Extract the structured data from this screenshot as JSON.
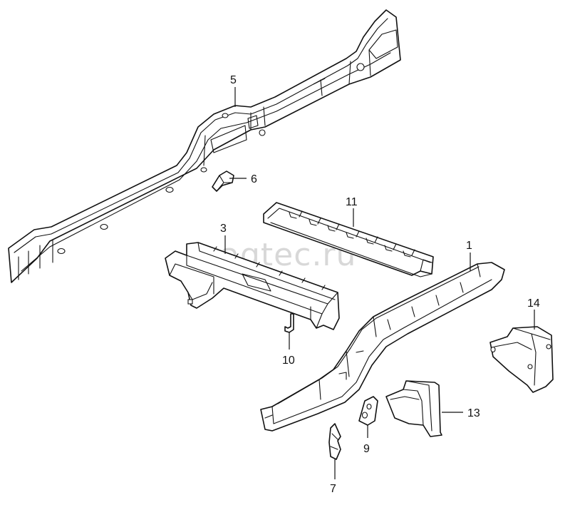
{
  "watermark": "vagtec.ru",
  "callouts": {
    "c1": "1",
    "c3": "3",
    "c5": "5",
    "c6": "6",
    "c7": "7",
    "c9": "9",
    "c10": "10",
    "c11": "11",
    "c13": "13",
    "c14": "14"
  }
}
